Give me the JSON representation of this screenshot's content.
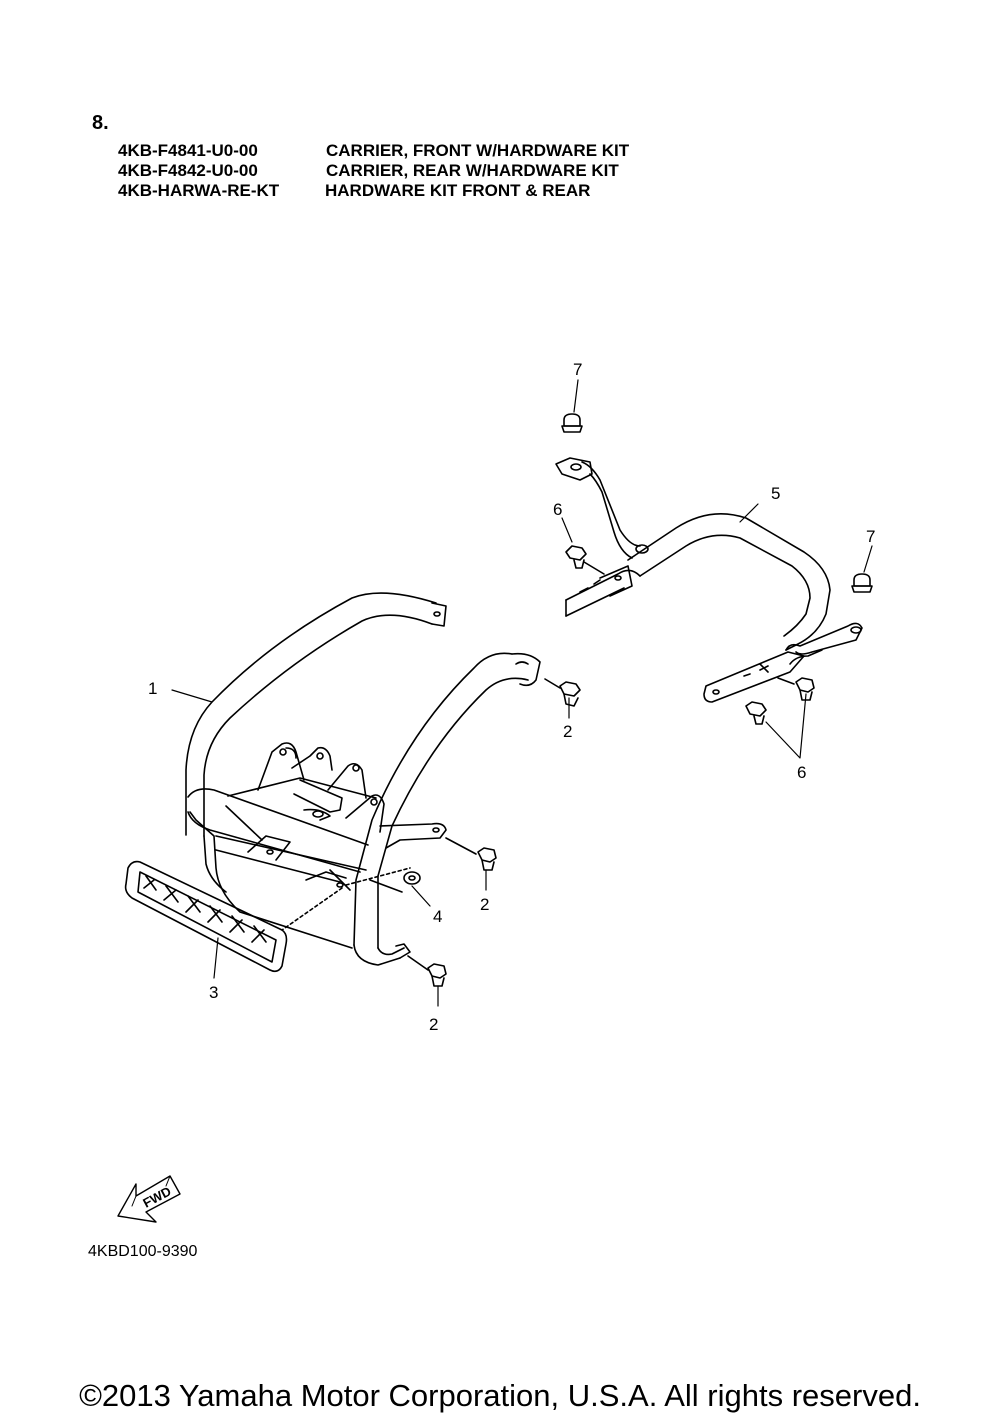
{
  "section": {
    "number": "8."
  },
  "parts": [
    {
      "part_no": "4KB-F4841-U0-00",
      "description": "CARRIER, FRONT W/HARDWARE KIT"
    },
    {
      "part_no": "4KB-F4842-U0-00",
      "description": "CARRIER, REAR W/HARDWARE KIT"
    },
    {
      "part_no": "4KB-HARWA-RE-KT",
      "description": "HARDWARE KIT FRONT & REAR"
    }
  ],
  "callouts": {
    "c1": "1",
    "c2a": "2",
    "c2b": "2",
    "c2c": "2",
    "c3": "3",
    "c4": "4",
    "c5": "5",
    "c6a": "6",
    "c6b": "6",
    "c7a": "7",
    "c7b": "7"
  },
  "fwd_label": "FWD",
  "drawing_code": "4KBD100-9390",
  "copyright": "©2013 Yamaha Motor Corporation, U.S.A. All rights reserved.",
  "colors": {
    "line": "#000000",
    "background": "#ffffff"
  }
}
